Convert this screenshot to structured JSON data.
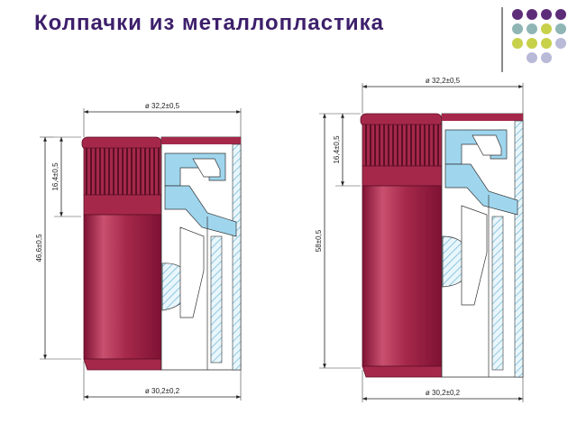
{
  "title": "Колпачки из металлопластика",
  "decor": {
    "dot_colors": [
      "#5e2d79",
      "#5e2d79",
      "#5e2d79",
      "#5e2d79",
      "#8fb5b5",
      "#8fb5b5",
      "#c8d14a",
      "#8fb5b5",
      "#c8d14a",
      "#c8d14a",
      "#c8d14a",
      "#b9b9d8",
      "#ffffff",
      "#b9b9d8",
      "#b9b9d8",
      "#ffffff"
    ]
  },
  "colors": {
    "cap_body": "#a5284a",
    "cap_dark": "#7e1234",
    "cap_light": "#c9506f",
    "section_fill": "#9fd6ee",
    "hatch": "#6bb6d6"
  },
  "left_cap": {
    "dims": {
      "top_diameter": "ø 32,2±0,5",
      "bottom_diameter": "ø 30,2±0,2",
      "knurl_height": "16,4±0,5",
      "total_height": "46,6±0,5"
    }
  },
  "right_cap": {
    "dims": {
      "top_diameter": "ø 32,2±0,5",
      "bottom_diameter": "ø 30,2±0,2",
      "knurl_height": "16,4±0,5",
      "total_height": "58±0,5"
    }
  }
}
